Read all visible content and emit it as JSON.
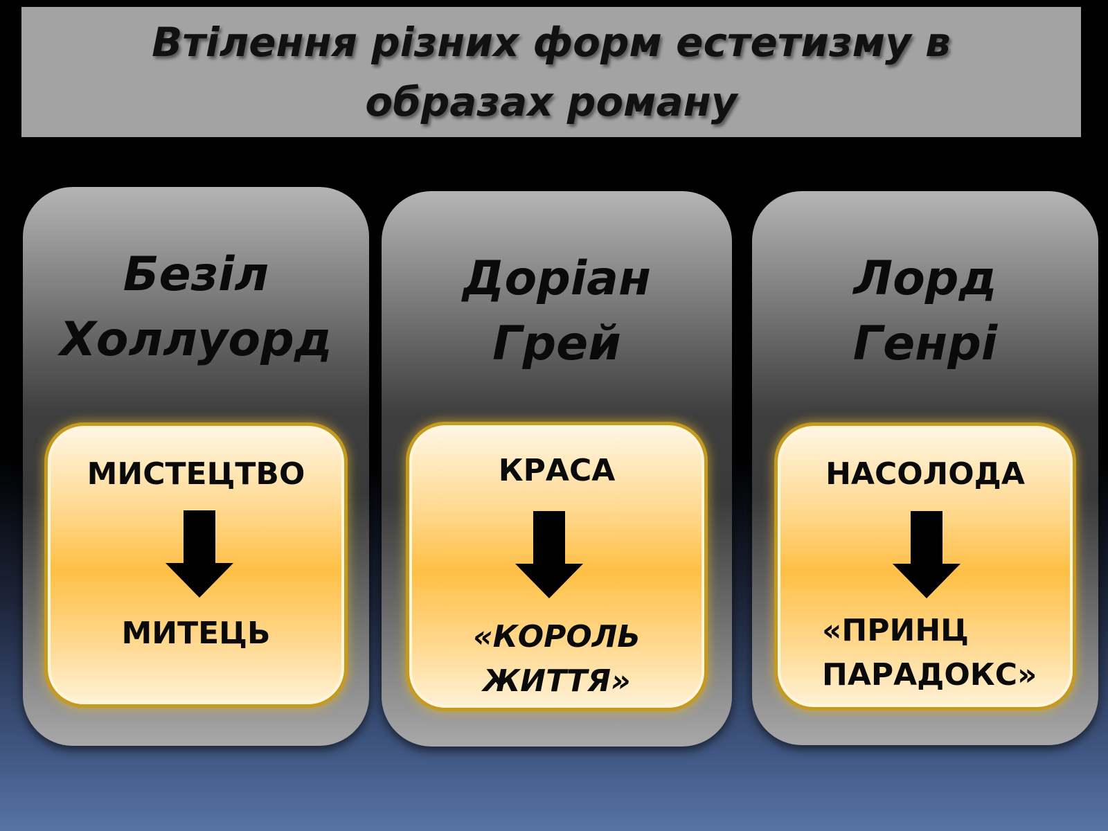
{
  "title": "Втілення різних форм естетизму в образах роману",
  "columns": [
    {
      "name_lines": [
        "Безіл",
        "Холлуорд"
      ],
      "top_word": "МИСТЕЦТВО",
      "bottom_lines": [
        "МИТЕЦЬ"
      ]
    },
    {
      "name_lines": [
        "Доріан",
        "Грей"
      ],
      "top_word": "КРАСА",
      "bottom_lines": [
        "«КОРОЛЬ",
        "ЖИТТЯ»"
      ]
    },
    {
      "name_lines": [
        "Лорд",
        "Генрі"
      ],
      "top_word": "НАСОЛОДА",
      "bottom_lines": [
        "«ПРИНЦ",
        "ПАРАДОКС»"
      ]
    }
  ],
  "icons": {
    "arrow": "arrow-down-icon"
  },
  "colors": {
    "title_bar": "#a3a3a3",
    "inner_box": "#ffbf45",
    "inner_glow": "#c59a1e",
    "background_bottom": "#5773a6"
  }
}
